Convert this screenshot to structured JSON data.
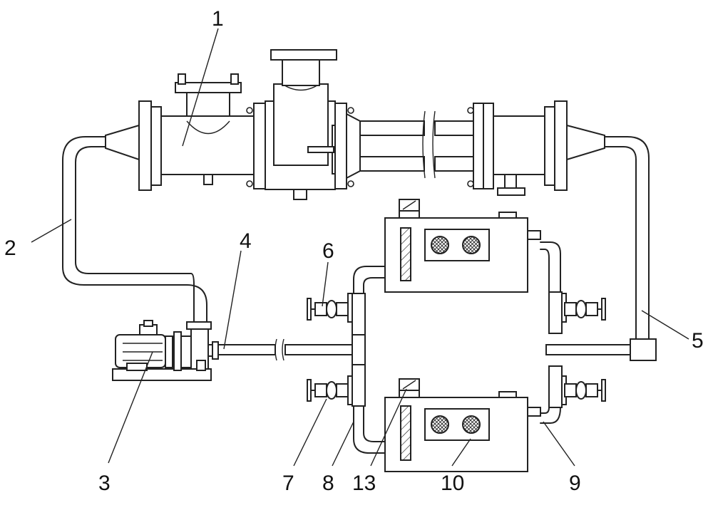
{
  "labels": {
    "l1": "1",
    "l2": "2",
    "l3": "3",
    "l4": "4",
    "l5": "5",
    "l6": "6",
    "l7": "7",
    "l8": "8",
    "l9": "9",
    "l10": "10",
    "l13": "13"
  },
  "colors": {
    "line": "#222222",
    "background": "#ffffff"
  }
}
